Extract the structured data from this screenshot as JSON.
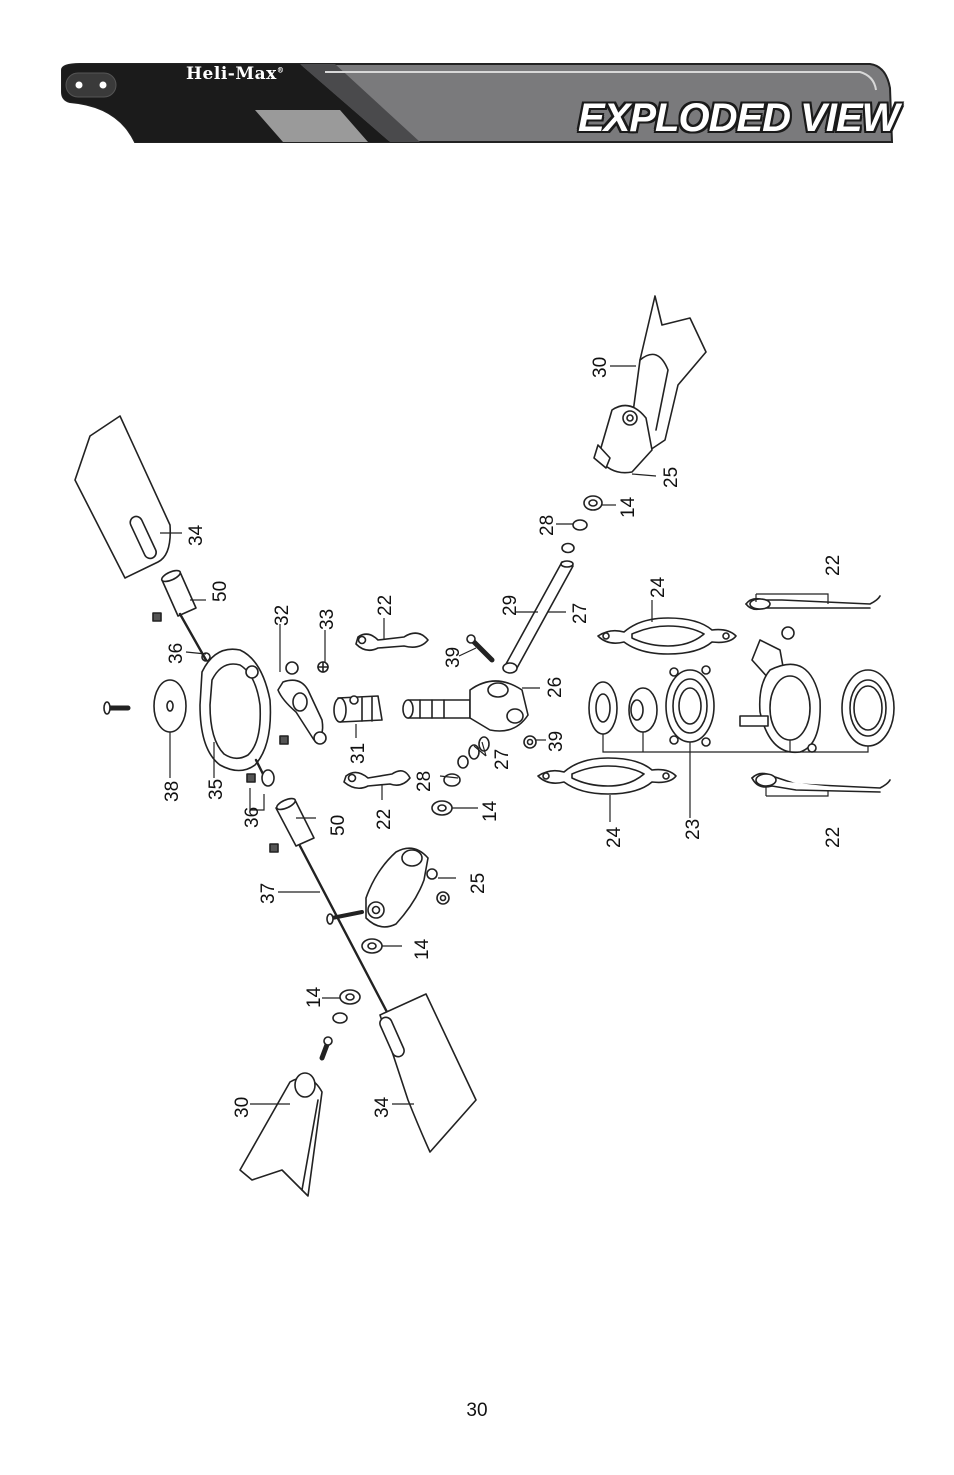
{
  "header": {
    "brand": "Heli-Max",
    "brand_mark": "®",
    "title": "EXPLODED VIEW"
  },
  "callouts": [
    "30",
    "25",
    "14",
    "28",
    "34",
    "50",
    "22",
    "24",
    "32",
    "33",
    "29",
    "27",
    "36",
    "39",
    "26",
    "38",
    "35",
    "31",
    "28",
    "22",
    "27",
    "39",
    "14",
    "24",
    "23",
    "22",
    "36",
    "50",
    "25",
    "37",
    "14",
    "14",
    "30",
    "34"
  ],
  "page_number": "30"
}
